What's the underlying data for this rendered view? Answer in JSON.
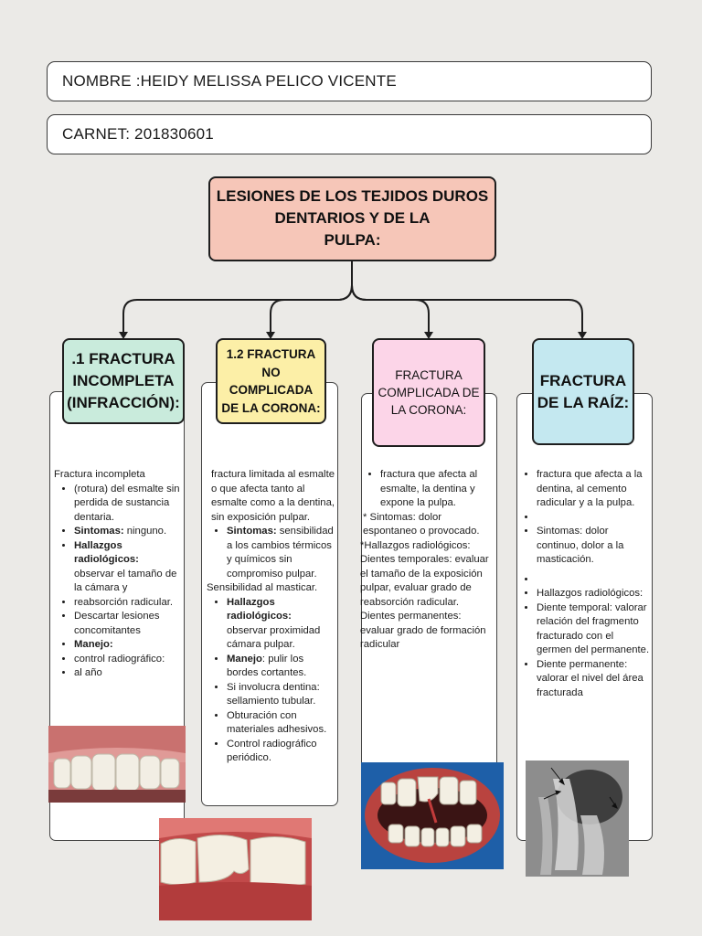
{
  "header": {
    "name": "NOMBRE :HEIDY MELISSA PELICO VICENTE",
    "carnet": "CARNET: 201830601"
  },
  "title": {
    "line1": "LESIONES DE LOS TEJIDOS DUROS",
    "line2": "DENTARIOS Y DE LA",
    "line3": "PULPA:"
  },
  "colors": {
    "title_bg": "#f6c6b8",
    "branch1_bg": "#c9ebdc",
    "branch2_bg": "#fcefa7",
    "branch3_bg": "#fcd5e8",
    "branch4_bg": "#c4e8f0"
  },
  "branches": [
    {
      "label": [
        ".1 FRACTURA",
        "INCOMPLETA",
        "(INFRACCIÓN):"
      ],
      "intro": "Fractura incompleta",
      "items": [
        {
          "bold": "",
          "text": "(rotura) del esmalte sin perdida de sustancia dentaria."
        },
        {
          "bold": "Sintomas:",
          "text": " ninguno."
        },
        {
          "bold": "Hallazgos radiológicos:",
          "text": " observar el tamaño de la cámara y"
        },
        {
          "bold": "",
          "text": "reabsorción radicular."
        },
        {
          "bold": "",
          "text": "Descartar lesiones concomitantes"
        },
        {
          "bold": "Manejo:",
          "text": ""
        },
        {
          "bold": "",
          "text": "control radiográfico:"
        },
        {
          "bold": "",
          "text": "al año"
        }
      ],
      "photo": "smile-with-incisor-infraction"
    },
    {
      "label": [
        "1.2 FRACTURA",
        "NO",
        "COMPLICADA",
        "DE LA CORONA:"
      ],
      "intro": "fractura limitada al esmalte o que afecta tanto al esmalte como a la dentina, sin exposición pulpar.",
      "items_a": [
        {
          "bold": "Sintomas:",
          "text": " sensibilidad a los cambios térmicos y químicos sin compromiso pulpar."
        }
      ],
      "middle": "Sensibilidad al masticar.",
      "items_b": [
        {
          "bold": "Hallazgos radiológicos:",
          "text": " observar proximidad cámara pulpar."
        },
        {
          "bold": "Manejo",
          "text": ": pulir los bordes cortantes."
        },
        {
          "bold": "",
          "text": "Si involucra dentina: sellamiento tubular."
        },
        {
          "bold": "",
          "text": "Obturación con materiales adhesivos."
        },
        {
          "bold": "",
          "text": "Control radiográfico periódico."
        }
      ],
      "photo": "chipped-incisor-closeup"
    },
    {
      "label": [
        "FRACTURA",
        "COMPLICADA DE",
        "LA CORONA:"
      ],
      "items": [
        {
          "bold": "",
          "text": "fractura que afecta al esmalte, la dentina y expone la pulpa."
        }
      ],
      "notes": [
        "* Sintomas: dolor espontaneo o provocado.",
        "*Hallazgos radiológicos: Dientes temporales: evaluar el tamaño de la exposición pulpar, evaluar grado de reabsorción radicular. Dientes permanentes: evaluar grado de formación radicular"
      ],
      "photo": "fractured-crown-exposed-pulp"
    },
    {
      "label": [
        "FRACTURA",
        "DE LA RAÍZ:"
      ],
      "items": [
        {
          "bold": "",
          "text": "fractura que afecta a la dentina, al cemento radicular y a la pulpa."
        },
        {
          "bold": "",
          "text": ""
        },
        {
          "bold": "",
          "text": "Sintomas: dolor continuo, dolor a la masticación."
        },
        {
          "bold": "",
          "text": ""
        },
        {
          "bold": "",
          "text": "Hallazgos radiológicos:"
        },
        {
          "bold": "",
          "text": "Diente temporal: valorar relación del fragmento fracturado con el germen del permanente."
        },
        {
          "bold": "",
          "text": " Diente permanente: valorar el nivel del área fracturada"
        }
      ],
      "photo": "root-fracture-radiograph"
    }
  ]
}
